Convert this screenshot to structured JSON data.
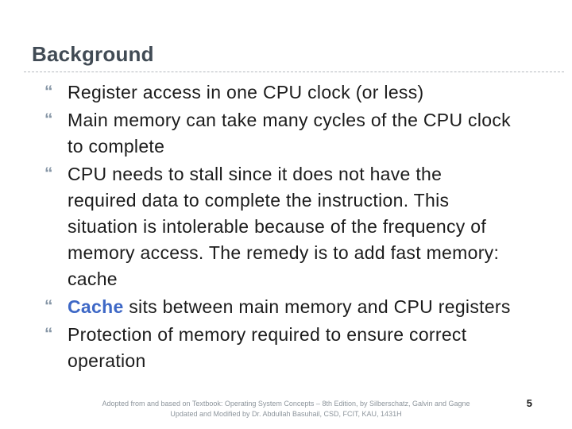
{
  "slide": {
    "title": "Background",
    "bullet_glyph": "“",
    "bullets": [
      {
        "text": "Register access in one CPU clock (or less)"
      },
      {
        "text": "Main memory can take many cycles of the CPU clock to complete"
      },
      {
        "text": "CPU needs to stall since it does not have the required data to complete the instruction. This situation is intolerable because of the frequency of memory access. The remedy is to add fast memory: cache"
      },
      {
        "lead": "Cache",
        "text": " sits between main memory and CPU registers"
      },
      {
        "text": "Protection of memory required to ensure correct operation"
      }
    ],
    "footer": {
      "attribution_line1": "Adopted from and based on Textbook: Operating System Concepts – 8th Edition, by Silberschatz, Galvin and Gagne",
      "attribution_line2": "Updated and Modified by Dr. Abdullah Basuhail, CSD, FCIT, KAU, 1431H",
      "page_number": "5"
    },
    "colors": {
      "title": "#414B55",
      "body_text": "#1C1C1C",
      "cache_accent": "#3E68C6",
      "bullet_marker": "#8696A6",
      "footer_text": "#8D959C",
      "divider": "#B4B9BE"
    }
  }
}
